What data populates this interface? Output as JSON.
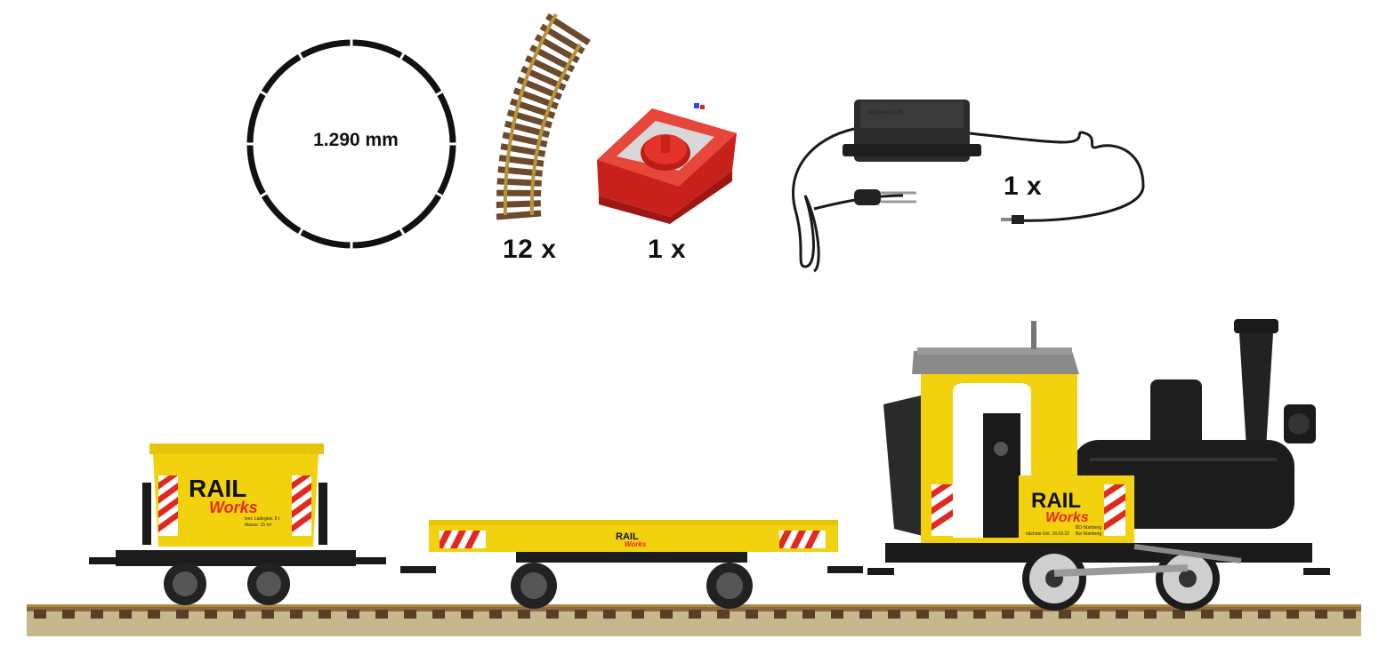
{
  "components": {
    "track_circle": {
      "diameter_label": "1.290 mm"
    },
    "curved_track": {
      "quantity": "12 x"
    },
    "controller": {
      "quantity": "1 x"
    },
    "power_supply": {
      "quantity": "1 x",
      "label_text": "Netzgerät LGB"
    }
  },
  "train": {
    "tipper_car": {
      "brand_rail": "RAIL",
      "brand_works": "Works",
      "fine_print_1": "leer. Ladegew. 8 t",
      "fine_print_2": "Masse: 15 m³"
    },
    "flat_car": {
      "brand_rail": "RAIL",
      "brand_works": "Works"
    },
    "locomotive": {
      "brand_rail": "RAIL",
      "brand_works": "Works",
      "fine_print_1": "BD Nürnberg",
      "fine_print_2": "Bw Nürnberg",
      "fine_print_3": "nächste Unt. 16.03.22"
    }
  },
  "colors": {
    "yellow": "#f2d20f",
    "black": "#1a1a1a",
    "red": "#e02a1f",
    "track_brown": "#6b4a2e",
    "brass": "#c9a24a",
    "ballast": "#c7b78c"
  }
}
